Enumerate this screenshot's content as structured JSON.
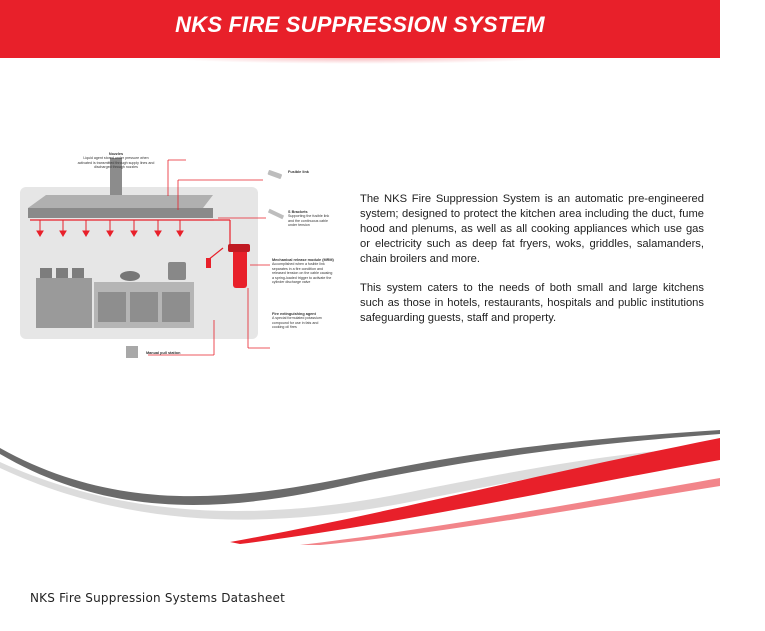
{
  "header": {
    "title": "NKS FIRE SUPPRESSION SYSTEM",
    "background_color": "#e8202a"
  },
  "diagram": {
    "labels": {
      "nozzles": "Nozzles",
      "nozzles_desc": "Liquid agent stored under pressure when activated is transmitted through supply lines and discharged through nozzles",
      "fusible_link": "Fusible link",
      "s_brackets": "S Brackets",
      "s_brackets_desc": "Supporting the fusible link and the continuous cable under tension",
      "mrm": "Mechanical release module (MRM)",
      "mrm_desc": "Accomplished when a fusible link separates in a fire condition and released tension on the cable causing a spring-loaded trigger to activate the cylinder discharge valve",
      "agent": "Fire extinguishing agent",
      "agent_desc": "A special formulated potassium compound for use in fats and cooking oil fires",
      "manual_pull": "Manual pull station"
    }
  },
  "body": {
    "paragraph1": "The NKS Fire Suppression System is an automatic pre-engineered system; designed to protect the kitchen area including the duct, fume hood and plenums, as well as all cooking appliances which use gas or electricity such as deep fat fryers, woks, griddles, salamanders, chain broilers and more.",
    "paragraph2": "This system caters to the needs of both small and large kitchens such as those in hotels, restaurants, hospitals and public institutions safeguarding guests, staff and property."
  },
  "footer": {
    "caption": "NKS Fire Suppression Systems Datasheet"
  },
  "colors": {
    "accent_red": "#e8202a",
    "swoosh_gray": "#6b6b6b",
    "diagram_panel": "#e6e6e6"
  }
}
